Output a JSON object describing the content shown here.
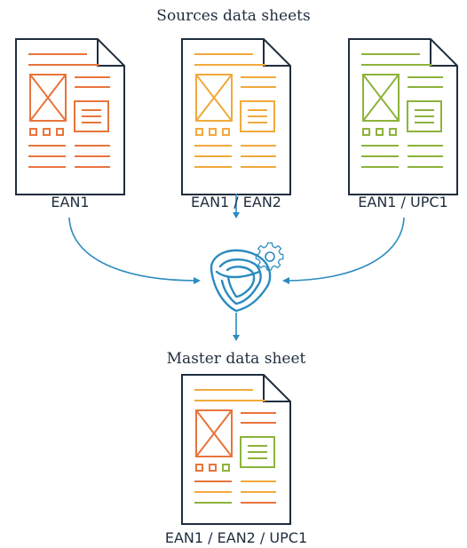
{
  "sources_title": "Sources data sheets",
  "master_title": "Master data sheet",
  "sources": [
    {
      "label": "EAN1",
      "color": "#e8743b"
    },
    {
      "label": "EAN1 / EAN2",
      "color": "#f2a93b"
    },
    {
      "label": "EAN1 / UPC1",
      "color": "#8db33a"
    }
  ],
  "master": {
    "label": "EAN1 / EAN2 / UPC1"
  },
  "colors": {
    "outline": "#1f2d3d",
    "arrow": "#2a8bbf",
    "orange": "#e8743b",
    "amber": "#f2a93b",
    "green": "#8db33a"
  },
  "icons": [
    "document-icon",
    "merge-logo-icon",
    "gear-icon"
  ]
}
